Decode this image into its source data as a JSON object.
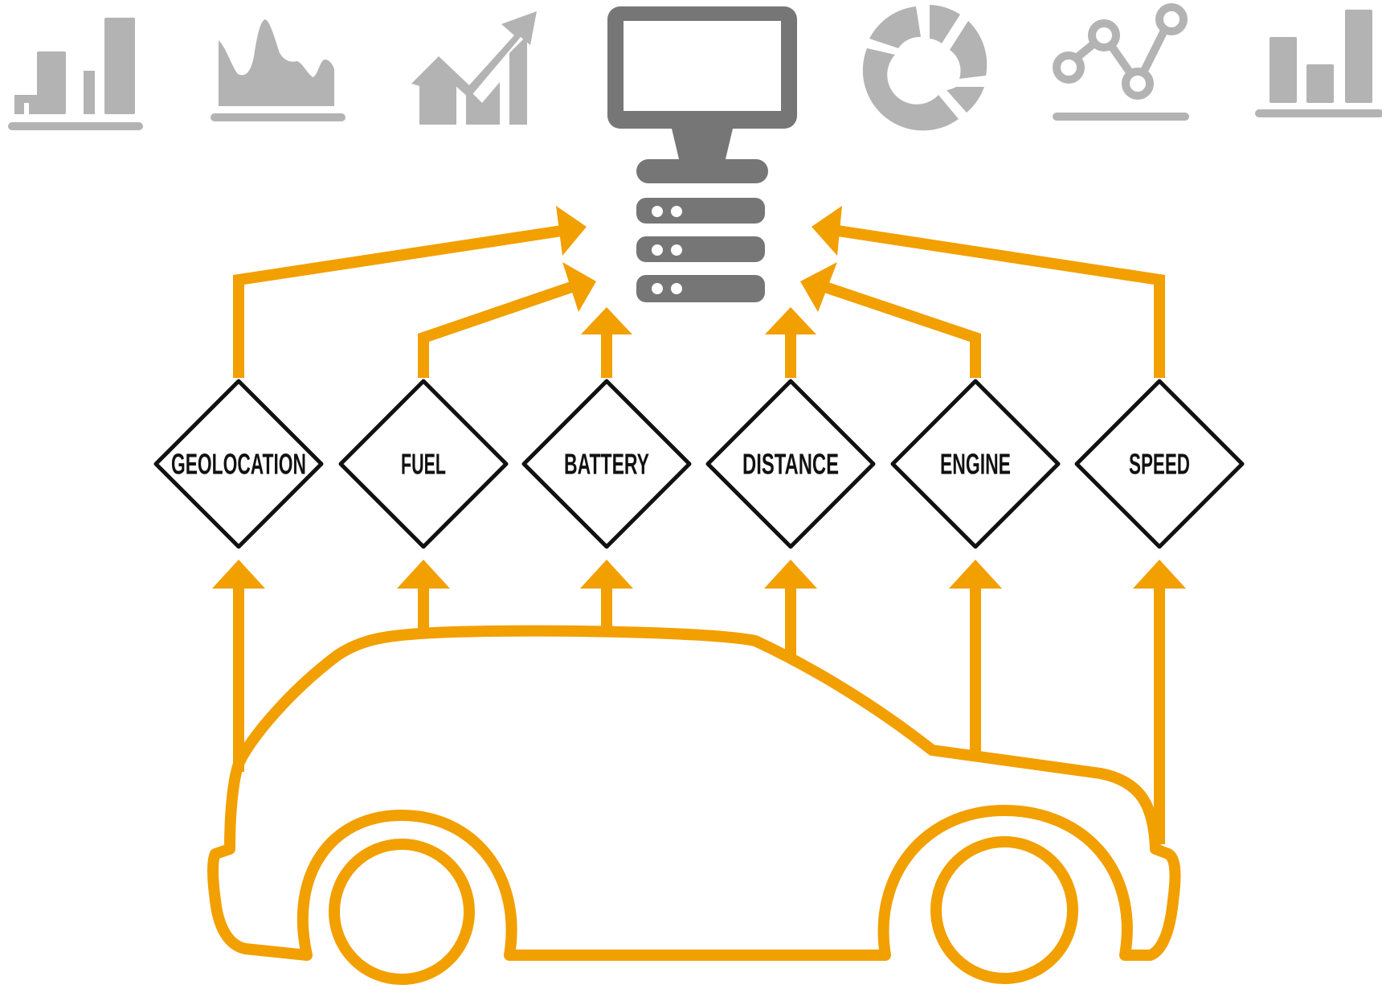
{
  "colors": {
    "accent": "#F29F00",
    "icon_gray": "#B3B3B3",
    "server_gray": "#767676",
    "node_stroke": "#111111",
    "background": "#FFFFFF"
  },
  "top_icons": [
    "bar-chart-icon",
    "area-chart-icon",
    "trend-up-chart-icon",
    "monitor-icon",
    "donut-chart-icon",
    "line-chart-icon",
    "bar-chart-icon"
  ],
  "server_icon": "server-icon",
  "vehicle_icon": "car-outline-icon",
  "sensors": [
    {
      "id": "geolocation",
      "label": "GEOLOCATION"
    },
    {
      "id": "fuel",
      "label": "FUEL"
    },
    {
      "id": "battery",
      "label": "BATTERY"
    },
    {
      "id": "distance",
      "label": "DISTANCE"
    },
    {
      "id": "engine",
      "label": "ENGINE"
    },
    {
      "id": "speed",
      "label": "SPEED"
    }
  ]
}
